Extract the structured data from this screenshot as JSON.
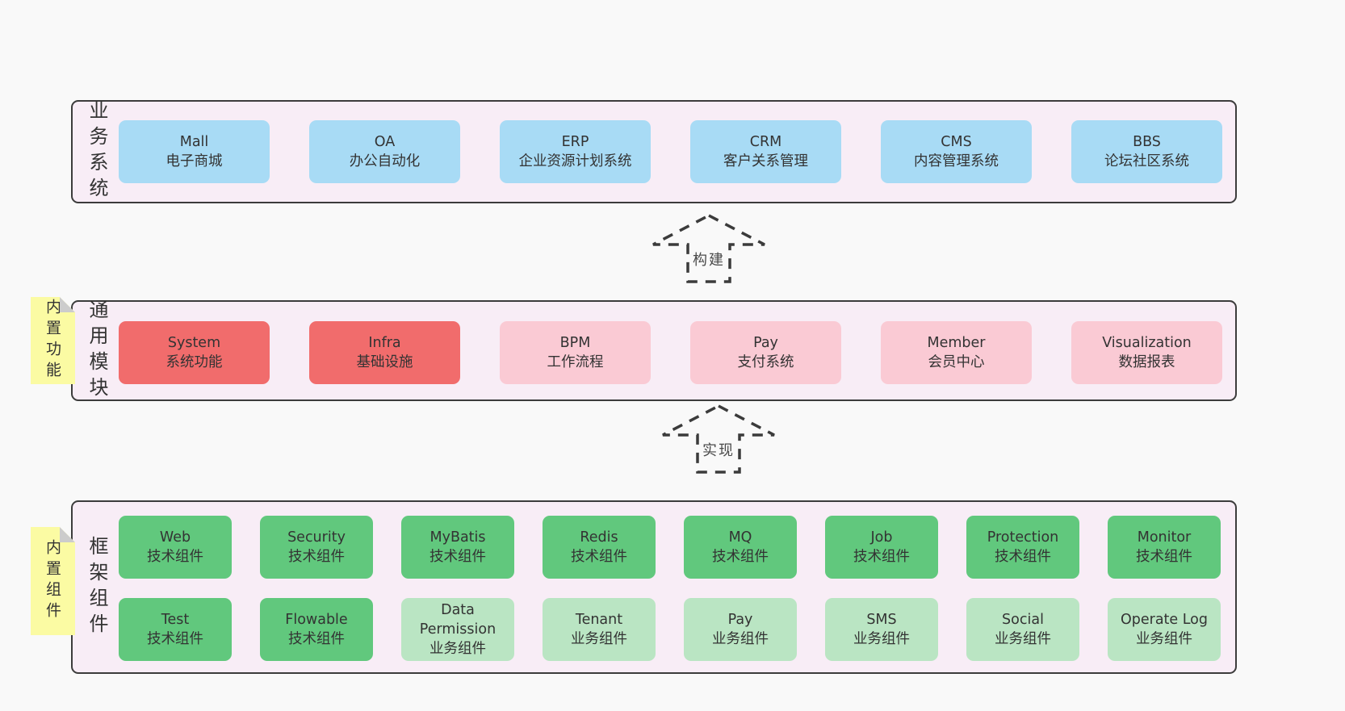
{
  "colors": {
    "background": "#f9f9f9",
    "layer_bg": "#f8edf6",
    "layer_border": "#3c3c3c",
    "blue": "#a8dbf5",
    "red": "#f16c6c",
    "pink": "#facad4",
    "green": "#61c87d",
    "light_green": "#bae5c3",
    "note_yellow": "#fbfba3",
    "note_fold": "#cccccc",
    "text": "#333333",
    "arrow_stroke": "#3b3b3b"
  },
  "arrows": [
    {
      "label": "构建"
    },
    {
      "label": "实现"
    }
  ],
  "layers": [
    {
      "id": "business-systems",
      "label": "业务系统",
      "rows": [
        [
          {
            "title": "Mall",
            "subtitle": "电子商城",
            "color": "blue"
          },
          {
            "title": "OA",
            "subtitle": "办公自动化",
            "color": "blue"
          },
          {
            "title": "ERP",
            "subtitle": "企业资源计划系统",
            "color": "blue"
          },
          {
            "title": "CRM",
            "subtitle": "客户关系管理",
            "color": "blue"
          },
          {
            "title": "CMS",
            "subtitle": "内容管理系统",
            "color": "blue"
          },
          {
            "title": "BBS",
            "subtitle": "论坛社区系统",
            "color": "blue"
          }
        ]
      ]
    },
    {
      "id": "common-modules",
      "label": "通用模块",
      "note": "内置功能",
      "rows": [
        [
          {
            "title": "System",
            "subtitle": "系统功能",
            "color": "red"
          },
          {
            "title": "Infra",
            "subtitle": "基础设施",
            "color": "red"
          },
          {
            "title": "BPM",
            "subtitle": "工作流程",
            "color": "pink"
          },
          {
            "title": "Pay",
            "subtitle": "支付系统",
            "color": "pink"
          },
          {
            "title": "Member",
            "subtitle": "会员中心",
            "color": "pink"
          },
          {
            "title": "Visualization",
            "subtitle": "数据报表",
            "color": "pink"
          }
        ]
      ]
    },
    {
      "id": "framework-components",
      "label": "框架组件",
      "note": "内置组件",
      "rows": [
        [
          {
            "title": "Web",
            "subtitle": "技术组件",
            "color": "green"
          },
          {
            "title": "Security",
            "subtitle": "技术组件",
            "color": "green"
          },
          {
            "title": "MyBatis",
            "subtitle": "技术组件",
            "color": "green"
          },
          {
            "title": "Redis",
            "subtitle": "技术组件",
            "color": "green"
          },
          {
            "title": "MQ",
            "subtitle": "技术组件",
            "color": "green"
          },
          {
            "title": "Job",
            "subtitle": "技术组件",
            "color": "green"
          },
          {
            "title": "Protection",
            "subtitle": "技术组件",
            "color": "green"
          },
          {
            "title": "Monitor",
            "subtitle": "技术组件",
            "color": "green"
          }
        ],
        [
          {
            "title": "Test",
            "subtitle": "技术组件",
            "color": "green"
          },
          {
            "title": "Flowable",
            "subtitle": "技术组件",
            "color": "green"
          },
          {
            "title": "Data Permission",
            "subtitle": "业务组件",
            "color": "light_green"
          },
          {
            "title": "Tenant",
            "subtitle": "业务组件",
            "color": "light_green"
          },
          {
            "title": "Pay",
            "subtitle": "业务组件",
            "color": "light_green"
          },
          {
            "title": "SMS",
            "subtitle": "业务组件",
            "color": "light_green"
          },
          {
            "title": "Social",
            "subtitle": "业务组件",
            "color": "light_green"
          },
          {
            "title": "Operate Log",
            "subtitle": "业务组件",
            "color": "light_green"
          }
        ]
      ]
    }
  ]
}
